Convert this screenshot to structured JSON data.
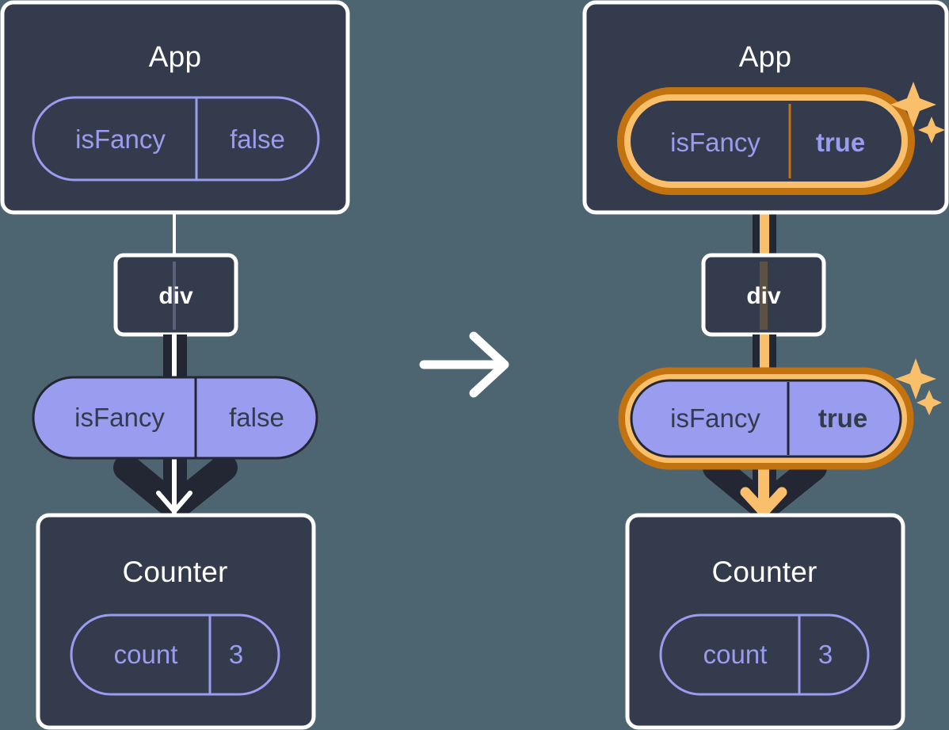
{
  "diagram": {
    "type": "react-state-tree-transition",
    "background_color": "#4d6571",
    "box_fill": "#343b4c",
    "box_border": "#ffffff",
    "pill_purple": "#9a9cf0",
    "pill_fill_text": "#343b4c",
    "highlight_outer": "#c2720f",
    "highlight_inner": "#fabf6b",
    "arrow_dark": "#232733",
    "arrow_white": "#ffffff",
    "arrow_orange": "#fabf6b"
  },
  "transition_arrow": {
    "icon": "arrow-right-icon",
    "label": "transitions to"
  },
  "left": {
    "app": {
      "title": "App",
      "state": {
        "key": "isFancy",
        "value": "false",
        "highlighted": false,
        "filled": false
      }
    },
    "div": {
      "title": "div"
    },
    "prop": {
      "key": "isFancy",
      "value": "false",
      "highlighted": false,
      "filled": true
    },
    "counter": {
      "title": "Counter",
      "state": {
        "key": "count",
        "value": "3",
        "highlighted": false,
        "filled": false
      }
    }
  },
  "right": {
    "app": {
      "title": "App",
      "state": {
        "key": "isFancy",
        "value": "true",
        "highlighted": true,
        "filled": false
      },
      "sparkle": "sparkle-icon"
    },
    "div": {
      "title": "div"
    },
    "prop": {
      "key": "isFancy",
      "value": "true",
      "highlighted": true,
      "filled": true,
      "sparkle": "sparkle-icon"
    },
    "counter": {
      "title": "Counter",
      "state": {
        "key": "count",
        "value": "3",
        "highlighted": false,
        "filled": false
      }
    }
  }
}
